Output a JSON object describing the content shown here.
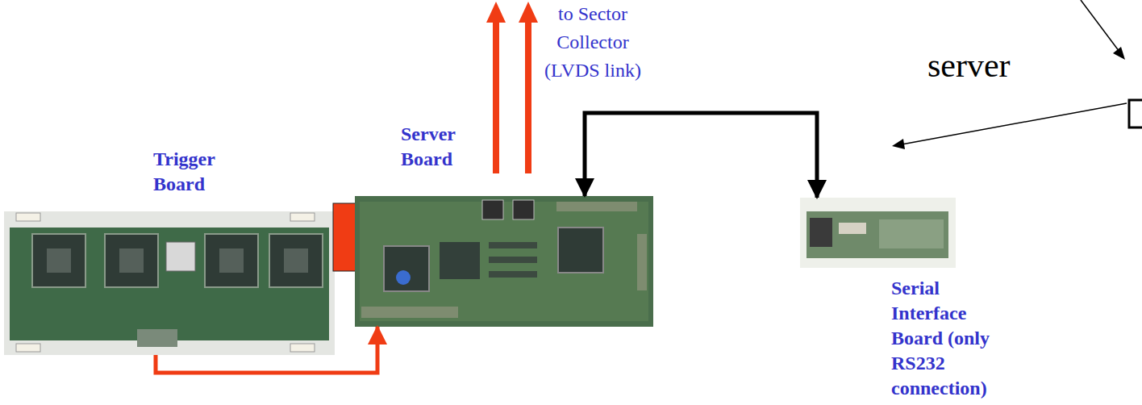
{
  "diagram": {
    "nodes": [
      {
        "text": [
          "Trigger Board"
        ]
      },
      {
        "text": [
          "Server Board"
        ]
      },
      {
        "text": [
          "Serial Interface Board (only RS232 connection)"
        ]
      }
    ],
    "edges": [
      {
        "from": 0,
        "to": 1,
        "arrow": "to"
      },
      {
        "from": 1,
        "to": 2,
        "arrow": "both"
      }
    ],
    "labels": [
      "to Sector Collector (LVDS link)",
      "server"
    ]
  }
}
